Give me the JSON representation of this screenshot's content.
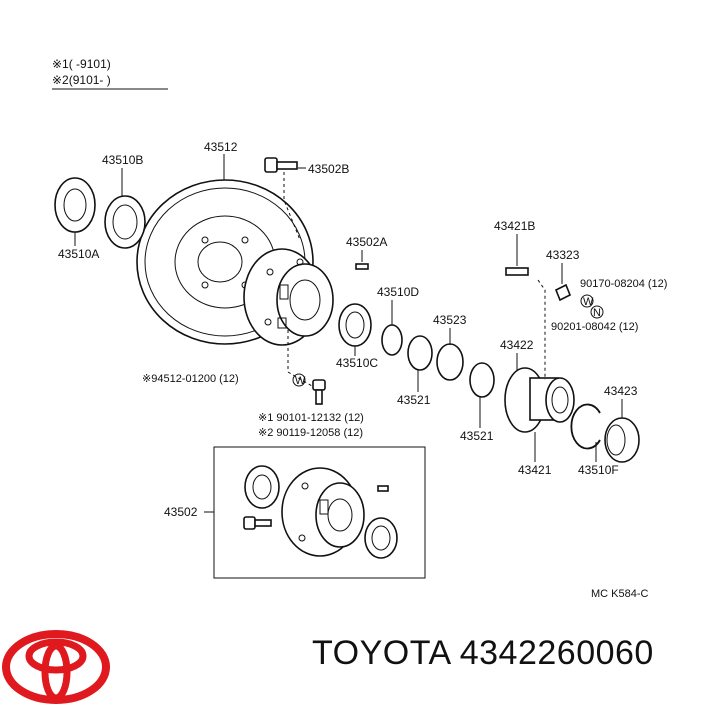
{
  "legend": {
    "line1": "※1(      -9101)",
    "line2": "※2(9101-      )"
  },
  "parts": {
    "p43512": "43512",
    "p43510B": "43510B",
    "p43510A": "43510A",
    "p43502B": "43502B",
    "p43502A": "43502A",
    "p43510D": "43510D",
    "p43510C": "43510C",
    "p43523": "43523",
    "p43521a": "43521",
    "p43521b": "43521",
    "p43421B": "43421B",
    "p43323": "43323",
    "p90170": "90170-08204 (12)",
    "p90201": "90201-08042 (12)",
    "p43422": "43422",
    "p43423": "43423",
    "p43421": "43421",
    "p43510F": "43510F",
    "p94512": "※94512-01200 (12)",
    "p90101": "※1 90101-12132 (12)",
    "p90119": "※2 90119-12058 (12)",
    "p43502": "43502"
  },
  "symbols": {
    "washer_w": "W",
    "nut_n": "N"
  },
  "diagram_code": "MC K584-C",
  "brand": {
    "name": "TOYOTA",
    "part_number": "4342260060",
    "logo_icon": "toyota-logo-icon",
    "logo_color": "#e0191f"
  }
}
